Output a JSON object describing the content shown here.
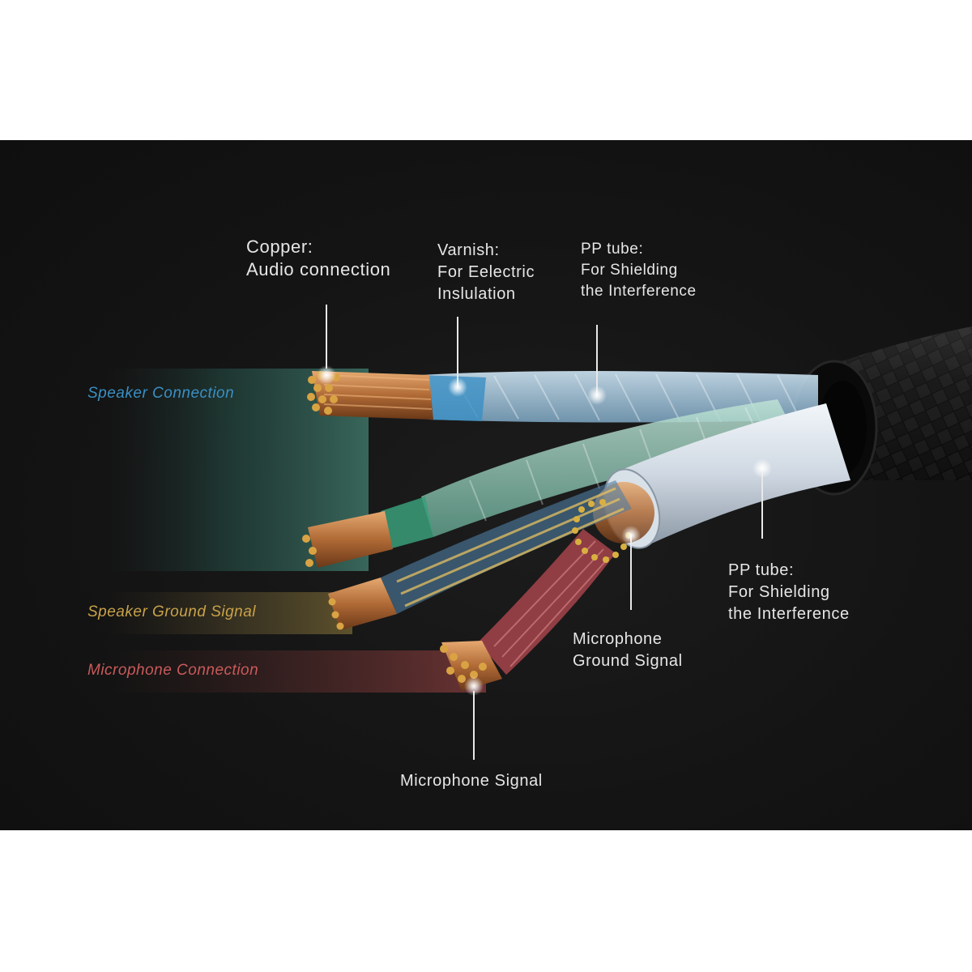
{
  "colors": {
    "background": "#141414",
    "copper": "#b8703a",
    "speaker_connection": "#3a8fc4",
    "speaker_ground": "#c9a24a",
    "microphone_connection": "#c95a5a",
    "sheath": "#0b0b0b"
  },
  "callouts": {
    "copper": {
      "line1": "Copper:",
      "line2": "Audio connection"
    },
    "varnish": {
      "line1": "Varnish:",
      "line2": "For Eelectric",
      "line3": "Inslulation"
    },
    "pp_tube_top": {
      "line1": "PP tube:",
      "line2": "For Shielding",
      "line3": "the Interference"
    },
    "pp_tube_right": {
      "line1": "PP tube:",
      "line2": "For Shielding",
      "line3": "the Interference"
    },
    "mic_ground": {
      "line1": "Microphone",
      "line2": "Ground Signal"
    },
    "mic_signal": {
      "line1": "Microphone Signal"
    }
  },
  "bands": {
    "speaker_connection": "Speaker Connection",
    "speaker_ground": "Speaker Ground Signal",
    "microphone_connection": "Microphone Connection"
  }
}
